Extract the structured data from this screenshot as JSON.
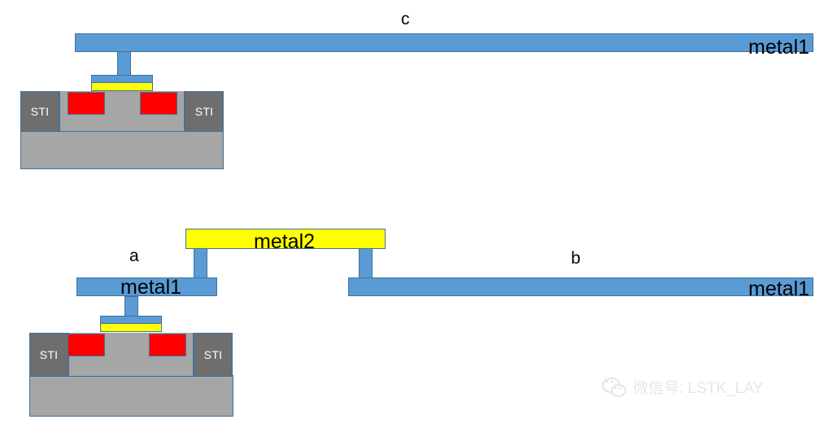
{
  "figure": {
    "title": "MOSFET cross-section metal interconnect routing",
    "colors": {
      "metal1": "#5b9bd5",
      "metal2": "#ffff00",
      "outline": "#41719c",
      "substrate": "#a6a6a6",
      "sti": "#6e6e6e",
      "source_drain": "#ff0000",
      "gate_oxide": "#ffff00",
      "background": "#ffffff",
      "watermark": "#e4e4e4"
    }
  },
  "top_view": {
    "node_label": "c",
    "metal1_label": "metal1",
    "transistor": {
      "sti_left_label": "STI",
      "sti_right_label": "STI"
    }
  },
  "bottom_view": {
    "node_label_left": "a",
    "node_label_right": "b",
    "metal2_label": "metal2",
    "metal1_label_left": "metal1",
    "metal1_label_right": "metal1",
    "transistor": {
      "sti_left_label": "STI",
      "sti_right_label": "STI"
    }
  },
  "watermark": {
    "icon": "wechat-icon",
    "text": "微信号: LSTK_LAY"
  }
}
